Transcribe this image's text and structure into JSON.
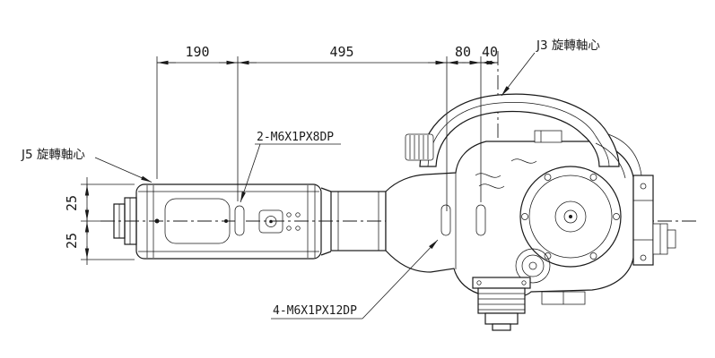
{
  "drawing": {
    "type": "mechanical-engineering-drawing",
    "subject": "robot-arm-side-view",
    "colors": {
      "line": "#1a1a1a",
      "background": "#ffffff"
    },
    "dimensions": {
      "top": [
        {
          "label": "190"
        },
        {
          "label": "495"
        },
        {
          "label": "80"
        },
        {
          "label": "40"
        }
      ],
      "left": [
        {
          "label": "25"
        },
        {
          "label": "25"
        }
      ]
    },
    "callouts": {
      "j3_axis": "J3 旋轉軸心",
      "j5_axis": "J5 旋轉軸心",
      "tap_2": "2-M6X1PX8DP",
      "tap_4": "4-M6X1PX12DP"
    }
  }
}
